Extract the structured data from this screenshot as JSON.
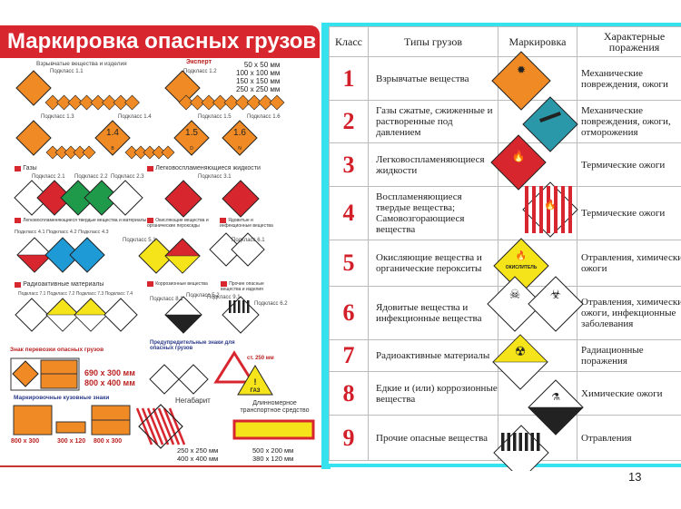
{
  "poster": {
    "title": "Маркировка опасных грузов",
    "logo": "Эксперт",
    "section1": "Взрывчатые вещества и изделия",
    "sizes": "50 х 50 мм\n100 х 100 мм\n150 х 150 мм\n250 х 250 мм",
    "subclasses": [
      "Подкласс 1.1",
      "Подкласс 1.2",
      "Подкласс 1.3",
      "Подкласс 1.4",
      "Подкласс 1.5",
      "Подкласс 1.6"
    ],
    "diamond_labels": [
      "1.4",
      "1.5",
      "1.6"
    ],
    "diamond_letters": [
      "B",
      "D",
      "N"
    ],
    "gases": "Газы",
    "gas_subs": [
      "Подкласс 2.1",
      "Подкласс 2.2",
      "Подкласс 2.3"
    ],
    "flam_liquids": "Легковоспламеняющиеся жидкости",
    "flam_sub": "Подкласс 3.1",
    "class4": "Легковоспламеняющиеся твердые вещества и материалы",
    "class4_subs": "Подкласс 4.1 Подкласс 4.2 Подкласс 4.3",
    "class5": "Окисляющие вещества и органические пероксиды",
    "class5_subs": [
      "Подкласс 5.1",
      "Подкласс 5.2"
    ],
    "class6": "Ядовитые и инфекционные вещества",
    "class6_subs": [
      "Подкласс 6.1",
      "Подкласс 6.2"
    ],
    "class7": "Радиоактивные материалы",
    "class7_subs": "Подкласс 7.1 Подкласс 7.2 Подкласс 7.3 Подкласс 7.4",
    "class8": "Коррозионные вещества",
    "class8_sub": "Подкласс 8.1",
    "class9": "Прочие опасные вещества и изделия",
    "class9_sub": "Подкласс 9.1",
    "transport_sign": "Знак перевозки опасных грузов",
    "transport_sizes": "690 х 300 мм\n800 х 400 мм",
    "body_signs": "Маркировочные кузовные знаки",
    "body_sizes": [
      "800 х 300",
      "300 х 120",
      "800 х 300"
    ],
    "warning": "Предупредительные знаки для опасных грузов",
    "warning_size": "ст. 250 мм",
    "gas_sign": "ГАЗ",
    "oversize": "Негабарит",
    "oversize_sizes": "250 х 250 мм\n400 х 400 мм",
    "long_vehicle": "Длинномерное транспортное средство",
    "long_sizes": "500 х 200 мм\n380 х 120 мм"
  },
  "table": {
    "headers": [
      "Класс",
      "Типы грузов",
      "Маркировка",
      "Характерные поражения"
    ],
    "rows": [
      {
        "num": "1",
        "type": "Взрывчатые вещества",
        "effect": "Механические повреждения, ожоги"
      },
      {
        "num": "2",
        "type": "Газы сжатые, сжиженные и растворенные под давлением",
        "effect": "Механические повреждения, ожоги, отморожения"
      },
      {
        "num": "3",
        "type": "Легковоспламеняющиеся жидкости",
        "effect": "Термические ожоги"
      },
      {
        "num": "4",
        "type": "Воспламеняющиеся твердые вещества; Самовозгорающиеся вещества",
        "effect": "Термические ожоги"
      },
      {
        "num": "5",
        "type": "Окисляющие вещества и органические перокситы",
        "effect": "Отравления, химические ожоги"
      },
      {
        "num": "6",
        "type": "Ядовитые вещества и инфекционные вещества",
        "effect": "Отравления, химические ожоги, инфекционные заболевания"
      },
      {
        "num": "7",
        "type": "Радиоактивные материалы",
        "effect": "Радиационные поражения"
      },
      {
        "num": "8",
        "type": "Едкие и (или) коррозионные вещества",
        "effect": "Химические ожоги"
      },
      {
        "num": "9",
        "type": "Прочие опасные вещества",
        "effect": "Отравления"
      }
    ],
    "oxidizer_label": "ОКИСЛИТЕЛЬ"
  },
  "colors": {
    "red": "#d8262f",
    "orange": "#f08a24",
    "green": "#1f9a4a",
    "blue": "#1e9ad6",
    "yellow": "#f5e41a",
    "teal": "#2a98a8",
    "cyan": "#36e2ee"
  },
  "page_number": "13"
}
